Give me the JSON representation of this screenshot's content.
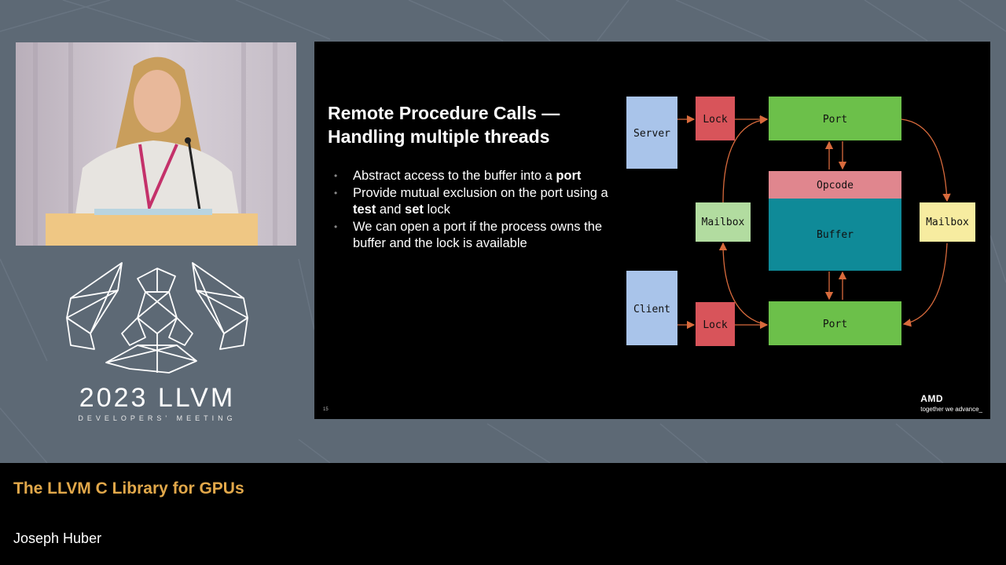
{
  "conference": {
    "year_title": "2023 LLVM",
    "subtitle": "DEVELOPERS' MEETING"
  },
  "slide": {
    "title_line1": "Remote Procedure Calls —",
    "title_line2": "Handling multiple threads",
    "bullets": [
      {
        "pre": "Abstract access to the buffer into a ",
        "bold": "port",
        "post": ""
      },
      {
        "pre": "Provide mutual exclusion on the port using a ",
        "bold": "test",
        "mid": " and ",
        "bold2": "set",
        "post": " lock"
      },
      {
        "pre": "We can open a port if the process owns the buffer and the lock is available"
      }
    ],
    "page_number": "15",
    "brand": "AMD",
    "brand_tagline": "together we advance_"
  },
  "diagram": {
    "server": "Server",
    "client": "Client",
    "lock_top": "Lock",
    "lock_bottom": "Lock",
    "port_top": "Port",
    "port_bottom": "Port",
    "opcode": "Opcode",
    "buffer": "Buffer",
    "mailbox_left": "Mailbox",
    "mailbox_right": "Mailbox",
    "colors": {
      "server_client": "#a9c4ea",
      "lock": "#d8545a",
      "port": "#6cc04a",
      "opcode": "#e0868e",
      "buffer": "#0f8a98",
      "mailbox_left": "#b2dca0",
      "mailbox_right": "#f7eca0",
      "arrow": "#d86a3c"
    }
  },
  "lower_third": {
    "talk_title": "The LLVM C Library for GPUs",
    "speaker_name": "Joseph Huber"
  }
}
